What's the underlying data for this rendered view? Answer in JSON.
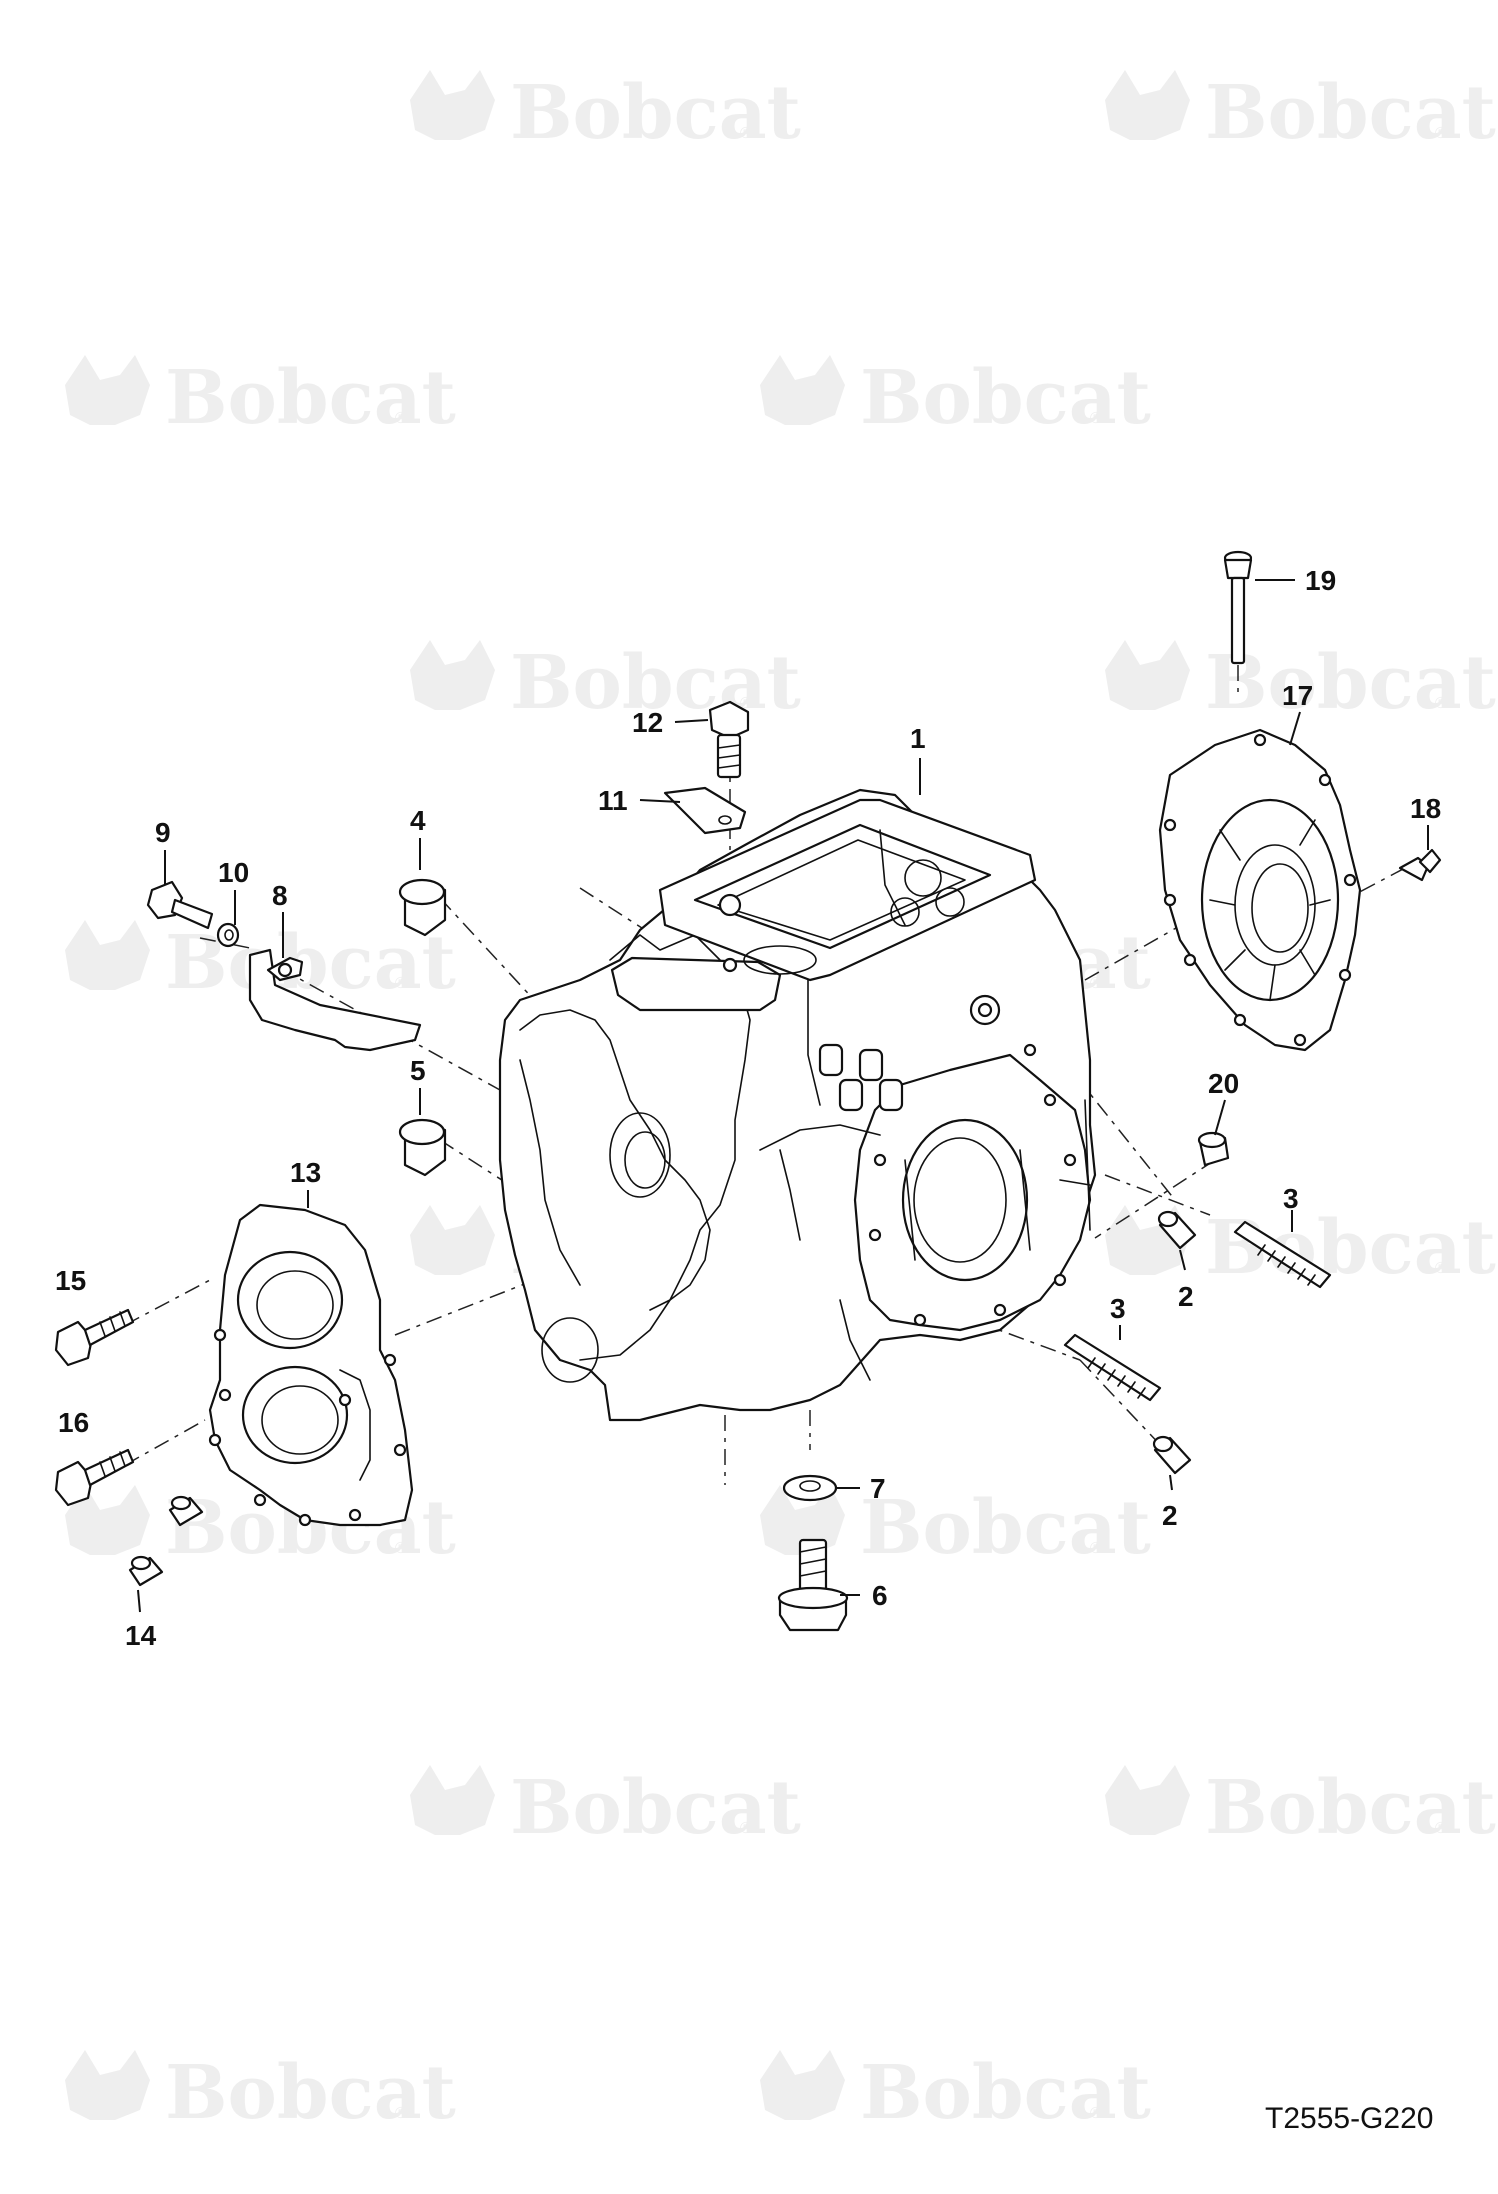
{
  "watermark": {
    "text": "Bobcat",
    "registered": "®"
  },
  "drawing": {
    "reference": "T2555-G220"
  },
  "callouts": [
    {
      "id": "c1",
      "label": "1"
    },
    {
      "id": "c2a",
      "label": "2"
    },
    {
      "id": "c2b",
      "label": "2"
    },
    {
      "id": "c3a",
      "label": "3"
    },
    {
      "id": "c3b",
      "label": "3"
    },
    {
      "id": "c4",
      "label": "4"
    },
    {
      "id": "c5",
      "label": "5"
    },
    {
      "id": "c6",
      "label": "6"
    },
    {
      "id": "c7",
      "label": "7"
    },
    {
      "id": "c8",
      "label": "8"
    },
    {
      "id": "c9",
      "label": "9"
    },
    {
      "id": "c10",
      "label": "10"
    },
    {
      "id": "c11",
      "label": "11"
    },
    {
      "id": "c12",
      "label": "12"
    },
    {
      "id": "c13",
      "label": "13"
    },
    {
      "id": "c14",
      "label": "14"
    },
    {
      "id": "c15",
      "label": "15"
    },
    {
      "id": "c16",
      "label": "16"
    },
    {
      "id": "c17",
      "label": "17"
    },
    {
      "id": "c18",
      "label": "18"
    },
    {
      "id": "c19",
      "label": "19"
    },
    {
      "id": "c20",
      "label": "20"
    }
  ],
  "colors": {
    "line": "#111111",
    "watermark": "#eeeeee",
    "background": "#ffffff"
  }
}
